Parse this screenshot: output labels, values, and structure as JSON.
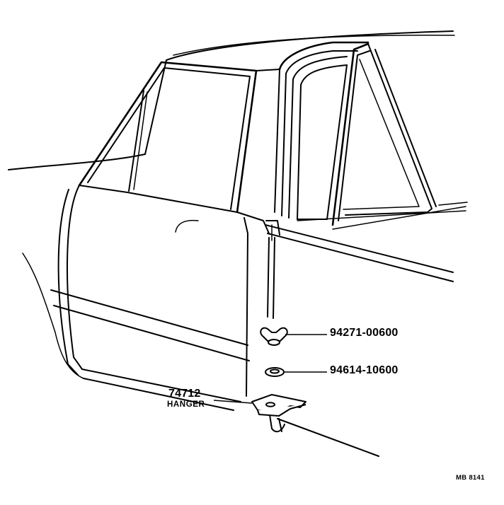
{
  "parts": [
    {
      "number": "94271-00600",
      "name": ""
    },
    {
      "number": "94614-10600",
      "name": ""
    },
    {
      "number": "74712",
      "name": "HANGER"
    }
  ],
  "drawing_code": "MB 8141"
}
